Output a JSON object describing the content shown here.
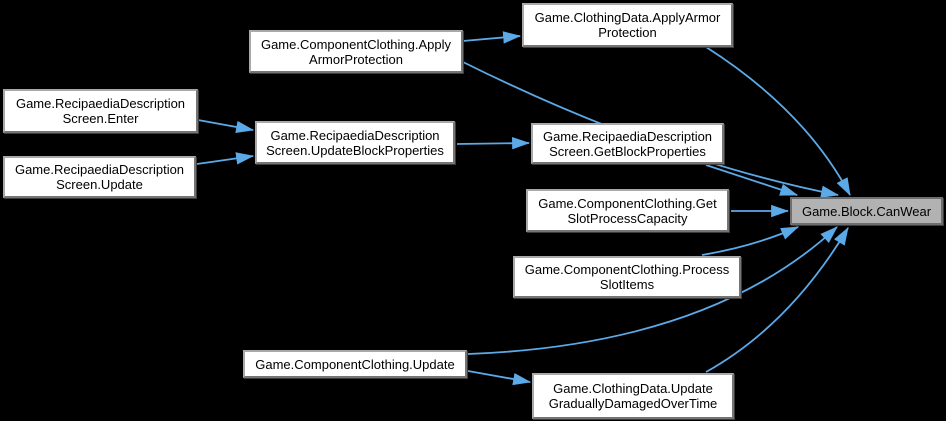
{
  "diagram": {
    "kind": "call-graph",
    "colors": {
      "background": "#000000",
      "edge": "#5ca9e8",
      "node_fill": "#ffffff",
      "node_border": "#9a9a9a",
      "node_text": "#000000",
      "highlight_fill": "#b2b2b2",
      "highlight_border": "#6e6e6e"
    },
    "nodes": [
      {
        "id": "clothingdata-applyarmorprotection",
        "lines": [
          "Game.ClothingData.ApplyArmor",
          "Protection"
        ],
        "highlighted": false
      },
      {
        "id": "componentclothing-applyarmorprotection",
        "lines": [
          "Game.ComponentClothing.Apply",
          "ArmorProtection"
        ],
        "highlighted": false
      },
      {
        "id": "recipaediadescriptionscreen-enter",
        "lines": [
          "Game.RecipaediaDescription",
          "Screen.Enter"
        ],
        "highlighted": false
      },
      {
        "id": "recipaediadescriptionscreen-update",
        "lines": [
          "Game.RecipaediaDescription",
          "Screen.Update"
        ],
        "highlighted": false
      },
      {
        "id": "recipaediadescriptionscreen-updateblockproperties",
        "lines": [
          "Game.RecipaediaDescription",
          "Screen.UpdateBlockProperties"
        ],
        "highlighted": false
      },
      {
        "id": "recipaediadescriptionscreen-getblockproperties",
        "lines": [
          "Game.RecipaediaDescription",
          "Screen.GetBlockProperties"
        ],
        "highlighted": false
      },
      {
        "id": "componentclothing-getslotprocesscapacity",
        "lines": [
          "Game.ComponentClothing.Get",
          "SlotProcessCapacity"
        ],
        "highlighted": false
      },
      {
        "id": "componentclothing-processslotitems",
        "lines": [
          "Game.ComponentClothing.Process",
          "SlotItems"
        ],
        "highlighted": false
      },
      {
        "id": "componentclothing-update",
        "lines": [
          "Game.ComponentClothing.Update"
        ],
        "highlighted": false
      },
      {
        "id": "clothingdata-updategraduallydamagedovertime",
        "lines": [
          "Game.ClothingData.Update",
          "GraduallyDamagedOverTime"
        ],
        "highlighted": false
      },
      {
        "id": "block-canwear",
        "lines": [
          "Game.Block.CanWear"
        ],
        "highlighted": true
      }
    ],
    "edges": [
      {
        "from": "componentclothing-applyarmorprotection",
        "to": "clothingdata-applyarmorprotection"
      },
      {
        "from": "componentclothing-applyarmorprotection",
        "to": "block-canwear"
      },
      {
        "from": "clothingdata-applyarmorprotection",
        "to": "block-canwear"
      },
      {
        "from": "recipaediadescriptionscreen-enter",
        "to": "recipaediadescriptionscreen-updateblockproperties"
      },
      {
        "from": "recipaediadescriptionscreen-update",
        "to": "recipaediadescriptionscreen-updateblockproperties"
      },
      {
        "from": "recipaediadescriptionscreen-updateblockproperties",
        "to": "recipaediadescriptionscreen-getblockproperties"
      },
      {
        "from": "recipaediadescriptionscreen-getblockproperties",
        "to": "block-canwear"
      },
      {
        "from": "componentclothing-getslotprocesscapacity",
        "to": "block-canwear"
      },
      {
        "from": "componentclothing-processslotitems",
        "to": "block-canwear"
      },
      {
        "from": "componentclothing-update",
        "to": "block-canwear"
      },
      {
        "from": "componentclothing-update",
        "to": "clothingdata-updategraduallydamagedovertime"
      },
      {
        "from": "clothingdata-updategraduallydamagedovertime",
        "to": "block-canwear"
      }
    ]
  }
}
